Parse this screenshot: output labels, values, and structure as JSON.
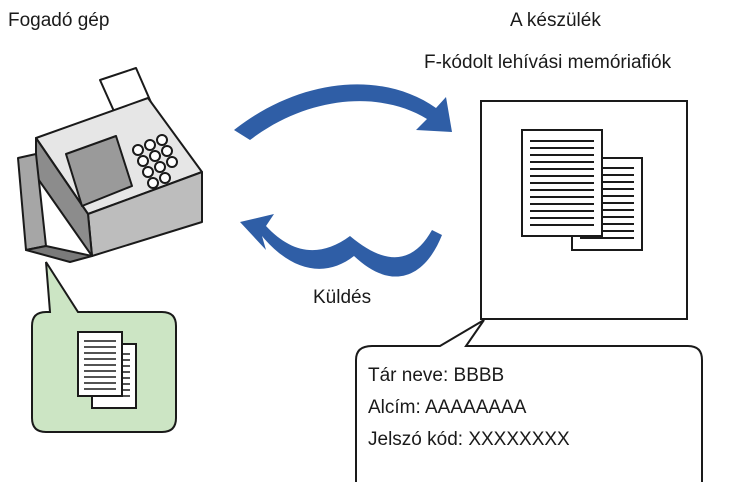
{
  "receiver": {
    "title": "Fogadó gép"
  },
  "device": {
    "title_line1": "A készülék",
    "title_line2": "F-kódolt lehívási memóriafiók"
  },
  "transfer": {
    "label": "Küldés"
  },
  "info": {
    "box_name": "Tár neve: BBBB",
    "subaddress": "Alcím: AAAAAAAA",
    "passcode": "Jelszó kód: XXXXXXXX"
  },
  "colors": {
    "arrow": "#2f5ea6",
    "bubble_fill": "#cce5c4",
    "outline": "#1a1a1a"
  }
}
